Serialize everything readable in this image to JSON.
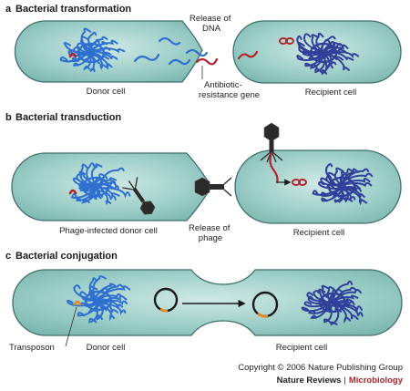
{
  "colors": {
    "cell_fill": "#8fc6c0",
    "cell_light": "#c6e4df",
    "cell_stroke": "#3f6f6c",
    "donor_dna": "#2f6fd0",
    "recipient_dna": "#2f3f9a",
    "resistance_gene": "#b4222c",
    "transposon": "#e08a2a",
    "phage": "#2a2a2a",
    "arrow": "#1a1a1a"
  },
  "panels": [
    {
      "letter": "a",
      "title": "Bacterial transformation",
      "labels": {
        "release": [
          "Release of",
          "DNA"
        ],
        "gene": [
          "Antibiotic-",
          "resistance gene"
        ],
        "donor": "Donor cell",
        "recipient": "Recipient cell"
      }
    },
    {
      "letter": "b",
      "title": "Bacterial transduction",
      "labels": {
        "release": [
          "Release of",
          "phage"
        ],
        "donor": "Phage-infected donor cell",
        "recipient": "Recipient cell"
      }
    },
    {
      "letter": "c",
      "title": "Bacterial conjugation",
      "labels": {
        "transposon": "Transposon",
        "donor": "Donor cell",
        "recipient": "Recipient cell"
      }
    }
  ],
  "footer": {
    "copyright": "Copyright © 2006 Nature Publishing Group",
    "journal": "Nature Reviews",
    "separator": "|",
    "subjournal": "Microbiology"
  }
}
